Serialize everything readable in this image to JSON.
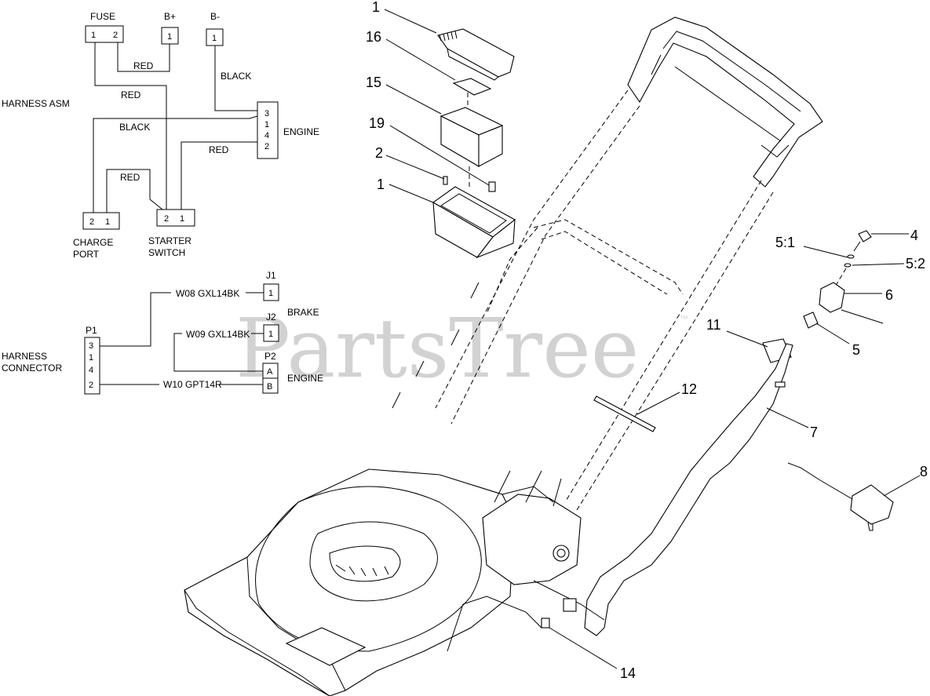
{
  "watermark": {
    "text": "PartsTree",
    "trademark": "™"
  },
  "wiring": {
    "harness_label": "HARNESS ASM",
    "connector_label_line1": "HARNESS",
    "connector_label_line2": "CONNECTOR",
    "fuse": {
      "label": "FUSE",
      "pin1": "1",
      "pin2": "2"
    },
    "b_plus": {
      "label": "B+",
      "pin": "1"
    },
    "b_minus": {
      "label": "B-",
      "pin": "1"
    },
    "engine_top": {
      "label": "ENGINE",
      "pins": [
        "3",
        "1",
        "4",
        "2"
      ]
    },
    "charge_port": {
      "label_line1": "CHARGE",
      "label_line2": "PORT",
      "pin2": "2",
      "pin1": "1"
    },
    "starter_switch": {
      "label_line1": "STARTER",
      "label_line2": "SWITCH",
      "pin2": "2",
      "pin1": "1"
    },
    "wire_labels": {
      "red_fuse_bplus": "RED",
      "red_fuse_switch": "RED",
      "black_bminus": "BLACK",
      "black_charge": "BLACK",
      "red_engine_switch": "RED",
      "red_charge_switch": "RED"
    },
    "p1": {
      "label": "P1",
      "pins": [
        "3",
        "1",
        "4",
        "2"
      ]
    },
    "j1": {
      "label": "J1",
      "pin": "1"
    },
    "j2": {
      "label": "J2",
      "pin": "1"
    },
    "p2": {
      "label": "P2",
      "pins": [
        "A",
        "B"
      ]
    },
    "w08": "W08 GXL14BK",
    "w09": "W09 GXL14BK",
    "w10": "W10 GPT14R",
    "brake_label": "BRAKE",
    "engine_bottom_label": "ENGINE"
  },
  "callouts": {
    "c1_top": "1",
    "c16": "16",
    "c15": "15",
    "c19": "19",
    "c2": "2",
    "c1_tray": "1",
    "c4": "4",
    "c5_1": "5:1",
    "c5_2": "5:2",
    "c6": "6",
    "c11": "11",
    "c5": "5",
    "c12": "12",
    "c7": "7",
    "c8": "8",
    "c14": "14"
  }
}
